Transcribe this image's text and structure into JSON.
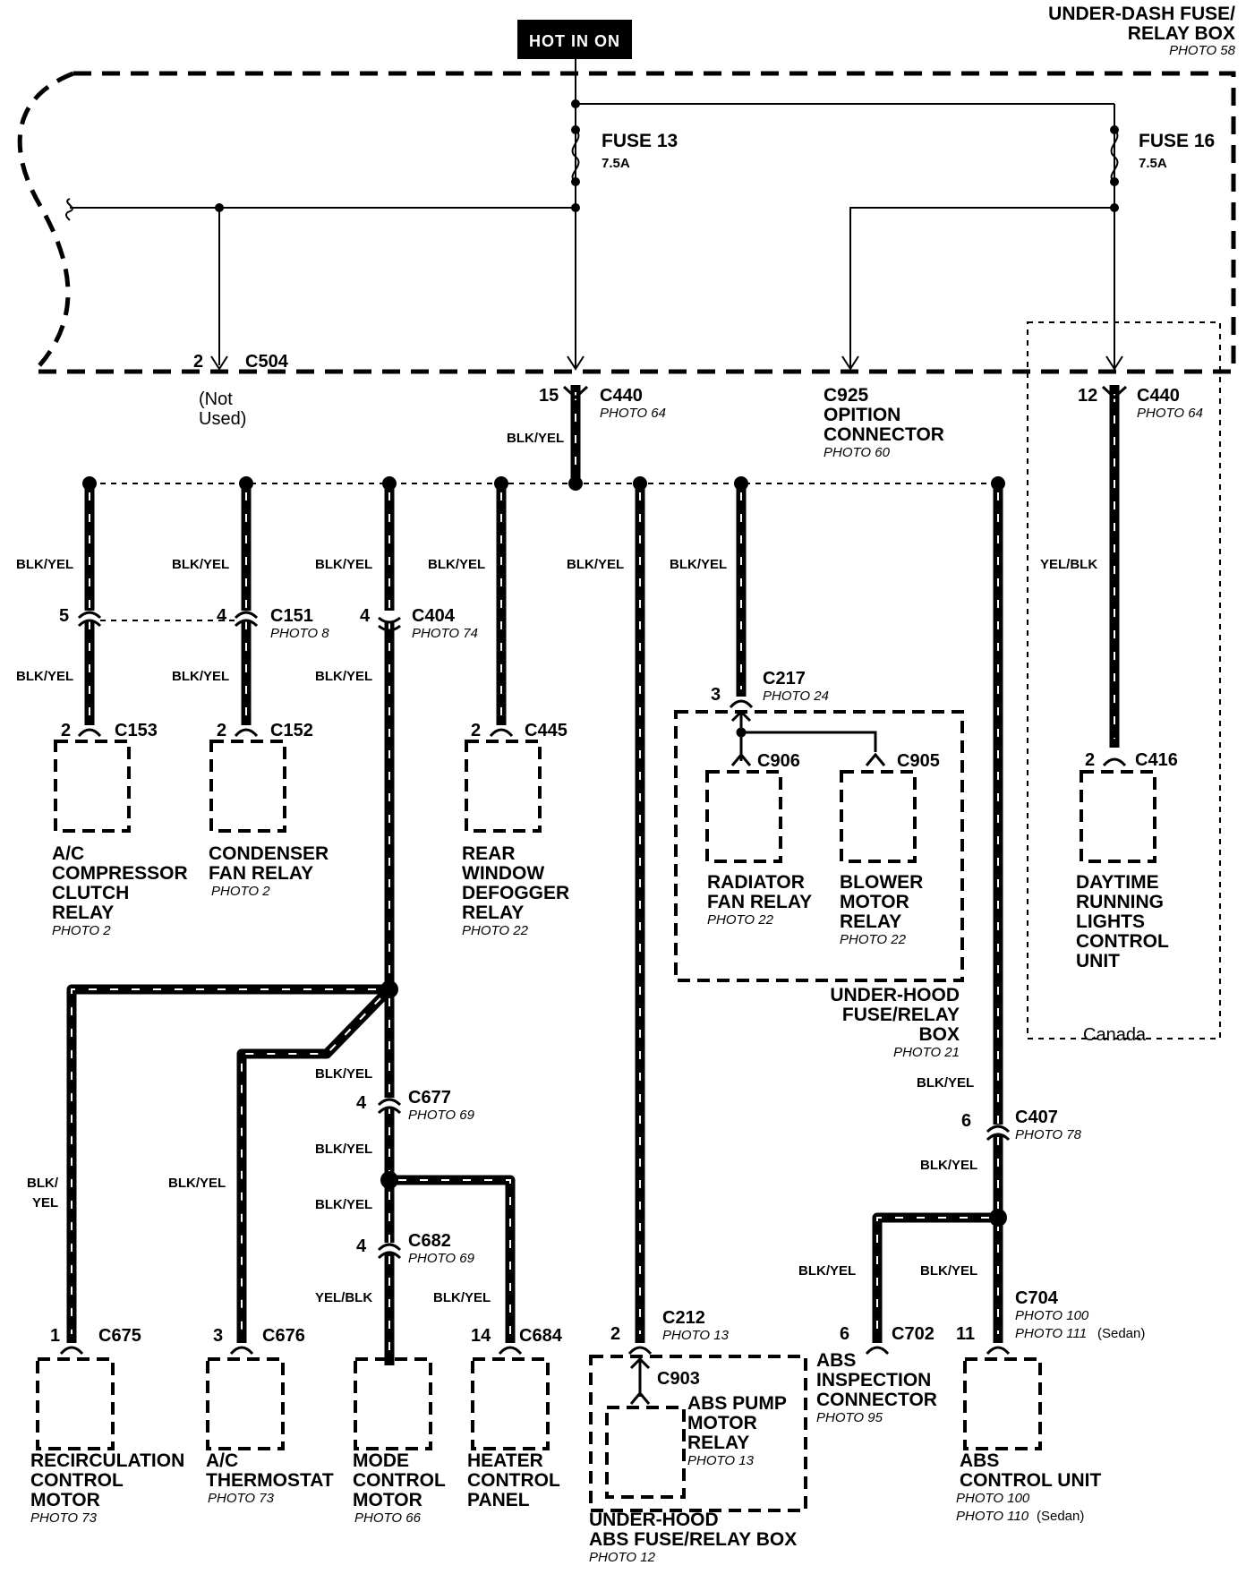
{
  "hot_label": "HOT IN ON",
  "underdash_box": {
    "line1": "UNDER-DASH FUSE/",
    "line2": "RELAY BOX",
    "photo": "PHOTO 58"
  },
  "fuse13": {
    "name": "FUSE 13",
    "rating": "7.5A"
  },
  "fuse16": {
    "name": "FUSE 16",
    "rating": "7.5A"
  },
  "c504": {
    "pin": "2",
    "name": "C504",
    "note1": "(Not",
    "note2": "Used)"
  },
  "c440_left": {
    "pin": "15",
    "name": "C440",
    "photo": "PHOTO 64"
  },
  "c925": {
    "line1": "C925",
    "line2": "OPITION",
    "line3": "CONNECTOR",
    "photo": "PHOTO 60"
  },
  "c440_right": {
    "pin": "12",
    "name": "C440",
    "photo": "PHOTO 64"
  },
  "wire": {
    "blk_yel": "BLK/YEL",
    "yel_blk": "YEL/BLK",
    "blk": "BLK/",
    "yel": "YEL"
  },
  "c151": {
    "pin_left": "5",
    "pin": "4",
    "name": "C151",
    "photo": "PHOTO 8"
  },
  "c404": {
    "pin": "4",
    "name": "C404",
    "photo": "PHOTO 74"
  },
  "c217": {
    "pin": "3",
    "name": "C217",
    "photo": "PHOTO 24"
  },
  "c153": {
    "pin": "2",
    "name": "C153"
  },
  "c152": {
    "pin": "2",
    "name": "C152"
  },
  "c445": {
    "pin": "2",
    "name": "C445"
  },
  "c906": {
    "name": "C906"
  },
  "c905": {
    "name": "C905"
  },
  "c416": {
    "pin": "2",
    "name": "C416"
  },
  "ac_comp": {
    "l1": "A/C",
    "l2": "COMPRESSOR",
    "l3": "CLUTCH",
    "l4": "RELAY",
    "photo": "PHOTO 2"
  },
  "cond_fan": {
    "l1": "CONDENSER",
    "l2": "FAN RELAY",
    "photo": "PHOTO 2"
  },
  "rear_win": {
    "l1": "REAR",
    "l2": "WINDOW",
    "l3": "DEFOGGER",
    "l4": "RELAY",
    "photo": "PHOTO 22"
  },
  "rad_fan": {
    "l1": "RADIATOR",
    "l2": "FAN RELAY",
    "photo": "PHOTO 22"
  },
  "blower": {
    "l1": "BLOWER",
    "l2": "MOTOR",
    "l3": "RELAY",
    "photo": "PHOTO 22"
  },
  "drl": {
    "l1": "DAYTIME",
    "l2": "RUNNING",
    "l3": "LIGHTS",
    "l4": "CONTROL",
    "l5": "UNIT"
  },
  "underhood_box": {
    "l1": "UNDER-HOOD",
    "l2": "FUSE/RELAY",
    "l3": "BOX",
    "photo": "PHOTO 21"
  },
  "canada": "Canada",
  "c677": {
    "pin": "4",
    "name": "C677",
    "photo": "PHOTO 69"
  },
  "c407": {
    "pin": "6",
    "name": "C407",
    "photo": "PHOTO 78"
  },
  "c682": {
    "pin": "4",
    "name": "C682",
    "photo": "PHOTO 69"
  },
  "c212": {
    "pin": "2",
    "name": "C212",
    "photo": "PHOTO 13"
  },
  "c704": {
    "pin": "11",
    "name": "C704",
    "photo1": "PHOTO 100",
    "photo2a": "PHOTO 111",
    "photo2b": "(Sedan)"
  },
  "c702": {
    "pin": "6",
    "name": "C702"
  },
  "c675": {
    "pin": "1",
    "name": "C675"
  },
  "c676": {
    "pin": "3",
    "name": "C676"
  },
  "c684": {
    "pin": "14",
    "name": "C684"
  },
  "c903": {
    "name": "C903"
  },
  "recirc": {
    "l1": "RECIRCULATION",
    "l2": "CONTROL",
    "l3": "MOTOR",
    "photo": "PHOTO 73"
  },
  "ac_therm": {
    "l1": "A/C",
    "l2": "THERMOSTAT",
    "photo": "PHOTO 73"
  },
  "mode": {
    "l1": "MODE",
    "l2": "CONTROL",
    "l3": "MOTOR",
    "photo": "PHOTO 66"
  },
  "heater": {
    "l1": "HEATER",
    "l2": "CONTROL",
    "l3": "PANEL"
  },
  "abs_pump": {
    "l1": "ABS PUMP",
    "l2": "MOTOR",
    "l3": "RELAY",
    "photo": "PHOTO 13"
  },
  "abs_box": {
    "l1": "UNDER-HOOD",
    "l2": "ABS FUSE/RELAY BOX",
    "photo": "PHOTO 12"
  },
  "abs_insp": {
    "l1": "ABS",
    "l2": "INSPECTION",
    "l3": "CONNECTOR",
    "photo": "PHOTO 95"
  },
  "abs_cu": {
    "l1": "ABS",
    "l2": "CONTROL UNIT",
    "photo1": "PHOTO 100",
    "photo2a": "PHOTO 110",
    "photo2b": "(Sedan)"
  }
}
